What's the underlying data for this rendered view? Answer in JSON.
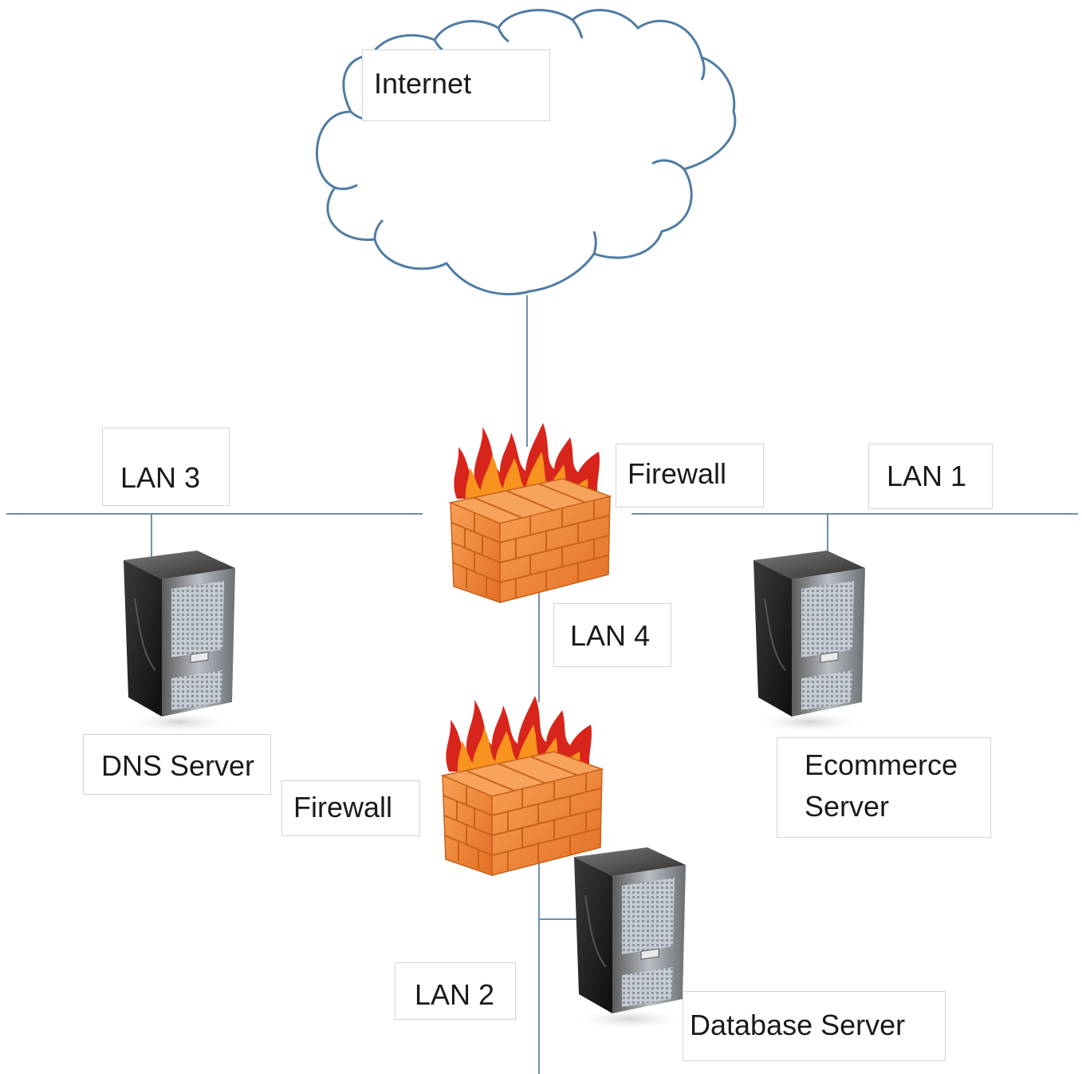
{
  "colors": {
    "cloud_stroke": "#4f7ca3",
    "network_line": "#6f8fa8",
    "brick": "#f08a3c",
    "flame_red": "#d8251c",
    "flame_orange": "#f7931e",
    "server_body": "#2b2b2b"
  },
  "labels": {
    "internet": "Internet",
    "firewall_top": "Firewall",
    "firewall_bottom": "Firewall",
    "lan1": "LAN 1",
    "lan2": "LAN 2",
    "lan3": "LAN 3",
    "lan4": "LAN 4",
    "dns_server": "DNS Server",
    "ecommerce_server_line1": "Ecommerce",
    "ecommerce_server_line2": "Server",
    "database_server": "Database Server"
  },
  "icons": {
    "cloud": "cloud-icon",
    "firewall": "firewall-icon",
    "server": "server-tower-icon"
  }
}
